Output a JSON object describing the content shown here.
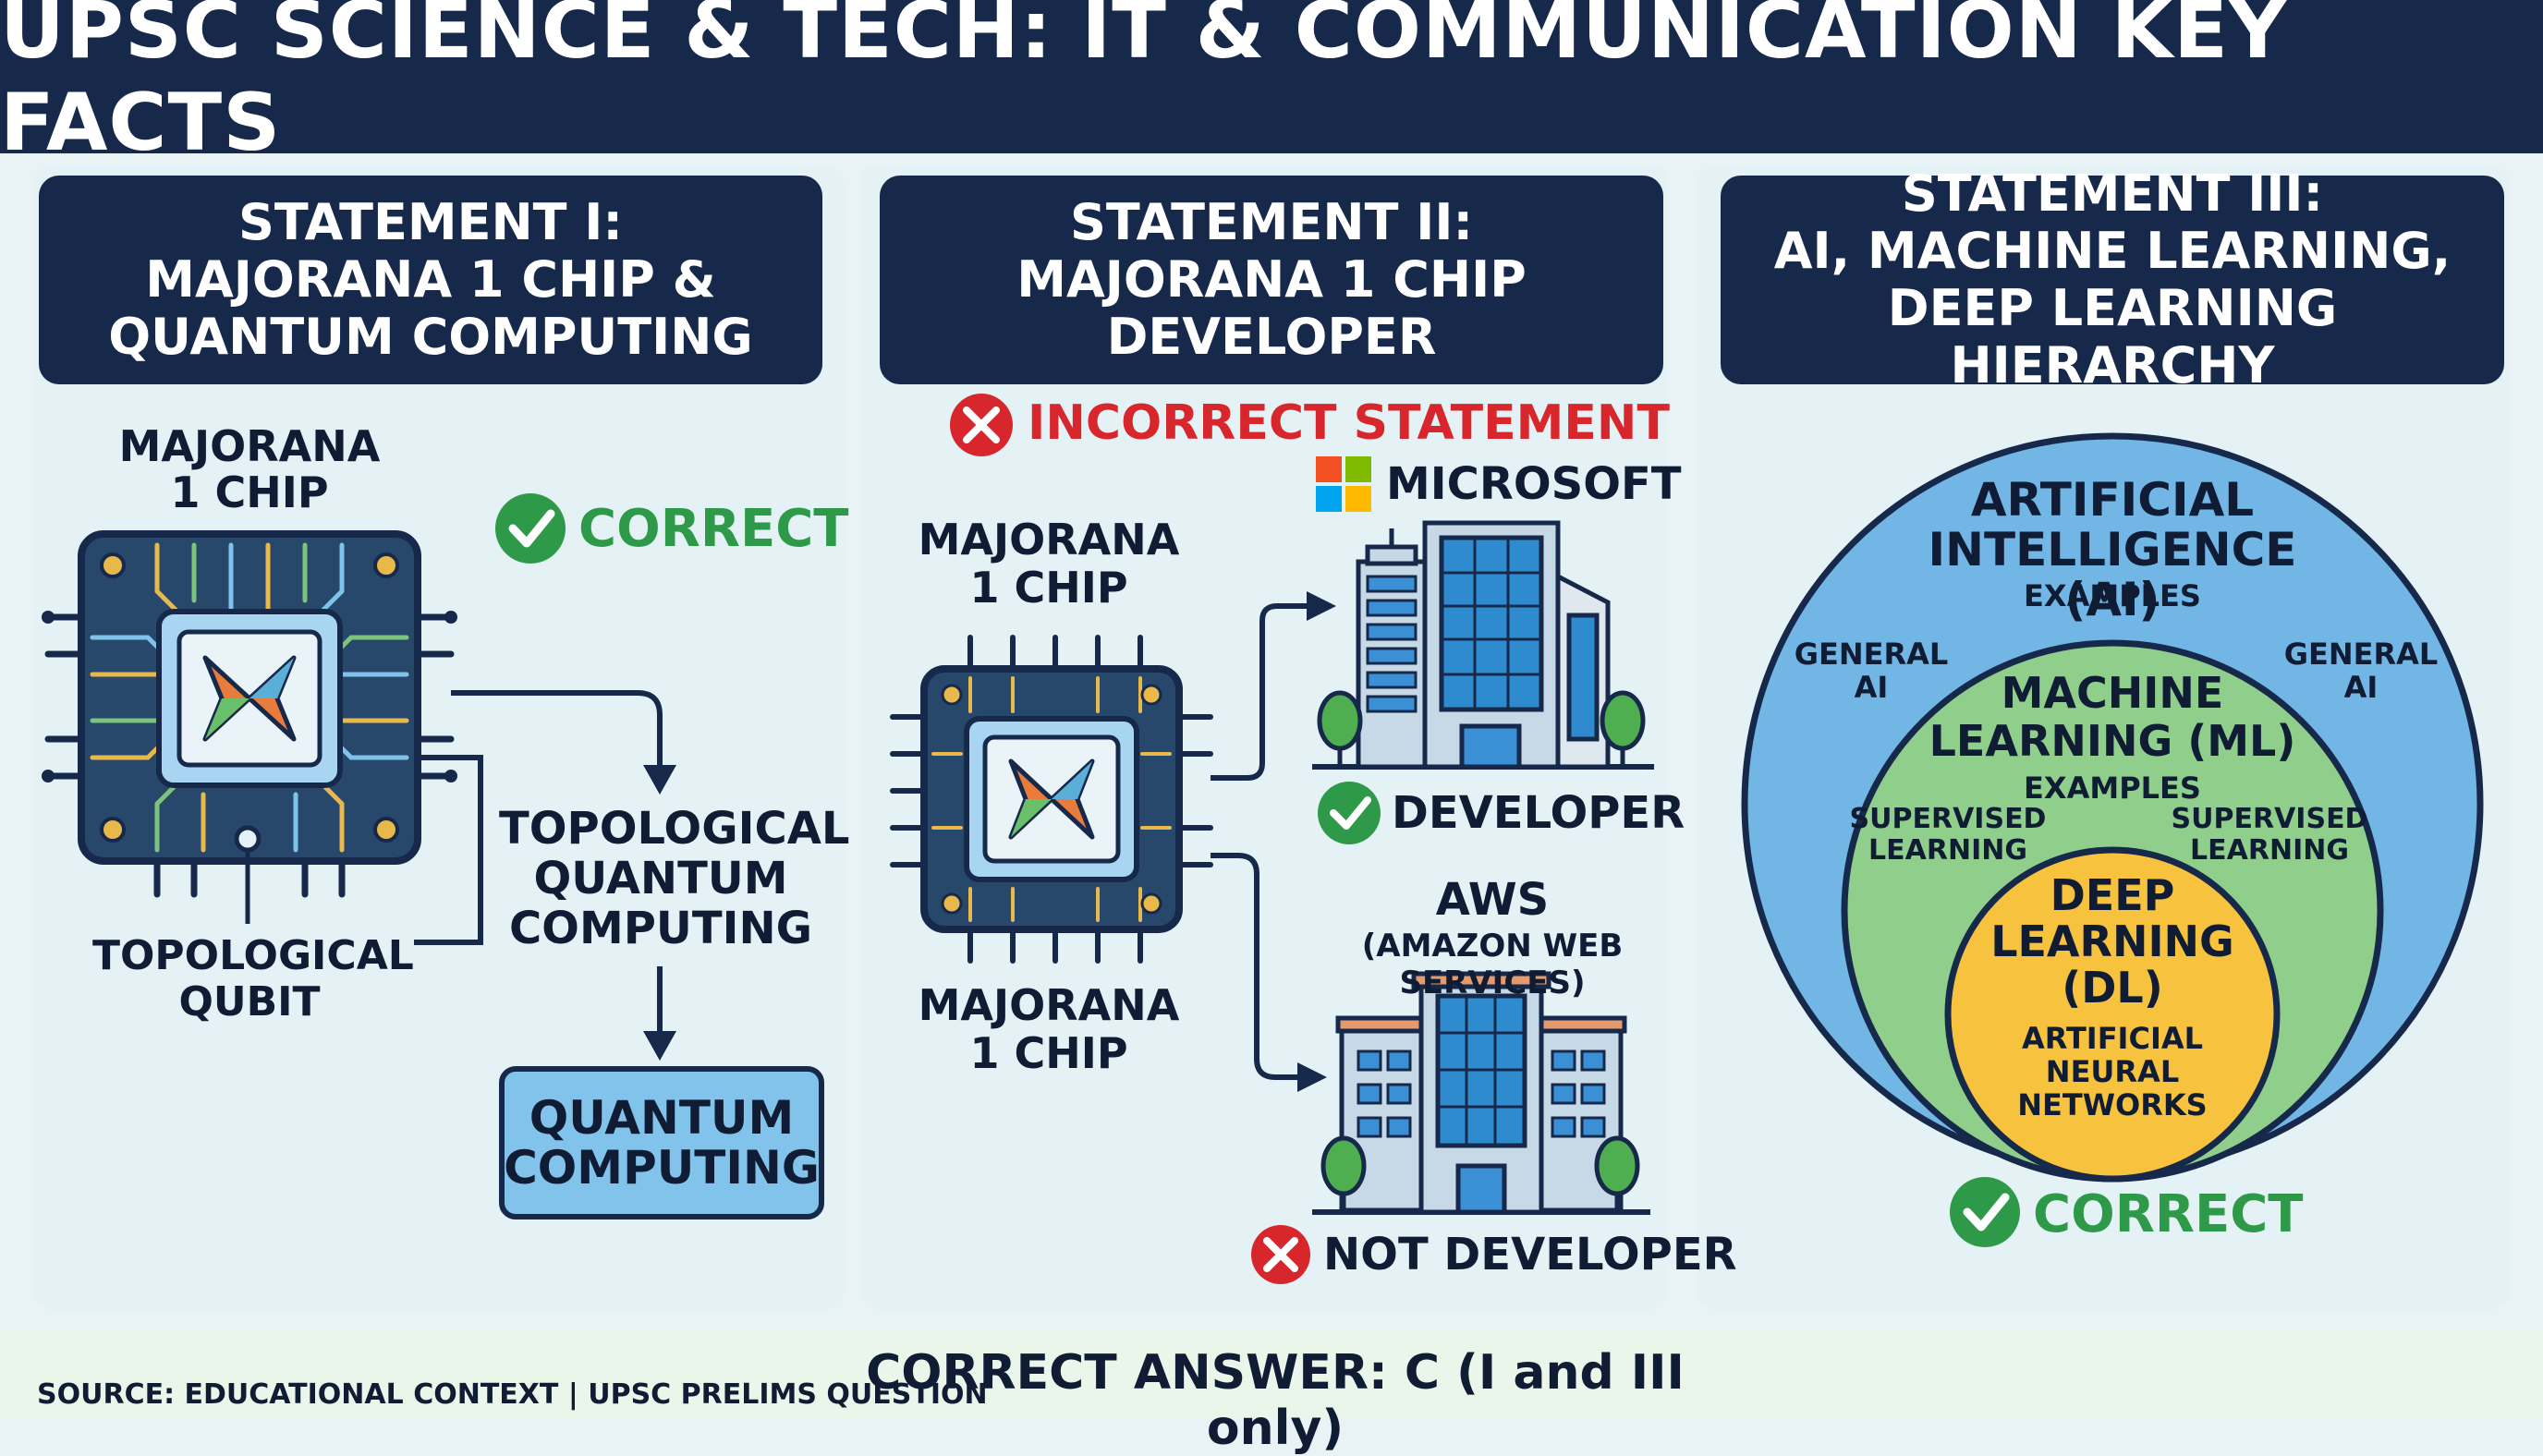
{
  "header": {
    "title": "UPSC SCIENCE & TECH: IT & COMMUNICATION KEY FACTS"
  },
  "panel1": {
    "title_lines": [
      "STATEMENT I:",
      "MAJORANA 1 CHIP &",
      "QUANTUM COMPUTING"
    ],
    "chip_label_lines": [
      "MAJORANA",
      "1 CHIP"
    ],
    "verdict": "CORRECT",
    "qubit_label_lines": [
      "TOPOLOGICAL",
      "QUBIT"
    ],
    "tqc_label_lines": [
      "TOPOLOGICAL",
      "QUANTUM",
      "COMPUTING"
    ],
    "qc_box_lines": [
      "QUANTUM",
      "COMPUTING"
    ]
  },
  "panel2": {
    "title_lines": [
      "STATEMENT II:",
      "MAJORANA 1 CHIP",
      "DEVELOPER"
    ],
    "verdict": "INCORRECT STATEMENT",
    "chip_top_lines": [
      "MAJORANA",
      "1 CHIP"
    ],
    "chip_bottom_lines": [
      "MAJORANA",
      "1 CHIP"
    ],
    "company1": "MICROSOFT",
    "company1_status": "DEVELOPER",
    "company2": "AWS",
    "company2_sub": "(AMAZON WEB SERVICES)",
    "company2_status": "NOT DEVELOPER"
  },
  "panel3": {
    "title_lines": [
      "STATEMENT III:",
      "AI, MACHINE LEARNING,",
      "DEEP LEARNING HIERARCHY"
    ],
    "ai_lines": [
      "ARTIFICIAL",
      "INTELLIGENCE (AI)"
    ],
    "ai_examples": "EXAMPLES",
    "general_ai_left": [
      "GENERAL",
      "AI"
    ],
    "general_ai_right": [
      "GENERAL",
      "AI"
    ],
    "ml_lines": [
      "MACHINE",
      "LEARNING (ML)"
    ],
    "ml_examples": "EXAMPLES",
    "supervised_left": [
      "SUPERVISED",
      "LEARNING"
    ],
    "supervised_right": [
      "SUPERVISED",
      "LEARNING"
    ],
    "dl_lines": [
      "DEEP",
      "LEARNING",
      "(DL)"
    ],
    "ann_lines": [
      "ARTIFICIAL",
      "NEURAL",
      "NETWORKS"
    ],
    "verdict": "CORRECT"
  },
  "footer": {
    "source": "SOURCE: EDUCATIONAL CONTEXT | UPSC PRELIMS QUESTION",
    "answer": "CORRECT ANSWER: C (I and III only)"
  },
  "colors": {
    "navy": "#16294a",
    "correct_green": "#2e9a49",
    "incorrect_red": "#d7262c",
    "ai_blue": "#72b6e6",
    "ml_green": "#8fcf8b",
    "dl_yellow": "#f7c23e",
    "ms_red": "#f25022",
    "ms_green": "#7fba00",
    "ms_blue": "#00a4ef",
    "ms_yellow": "#ffb900"
  }
}
